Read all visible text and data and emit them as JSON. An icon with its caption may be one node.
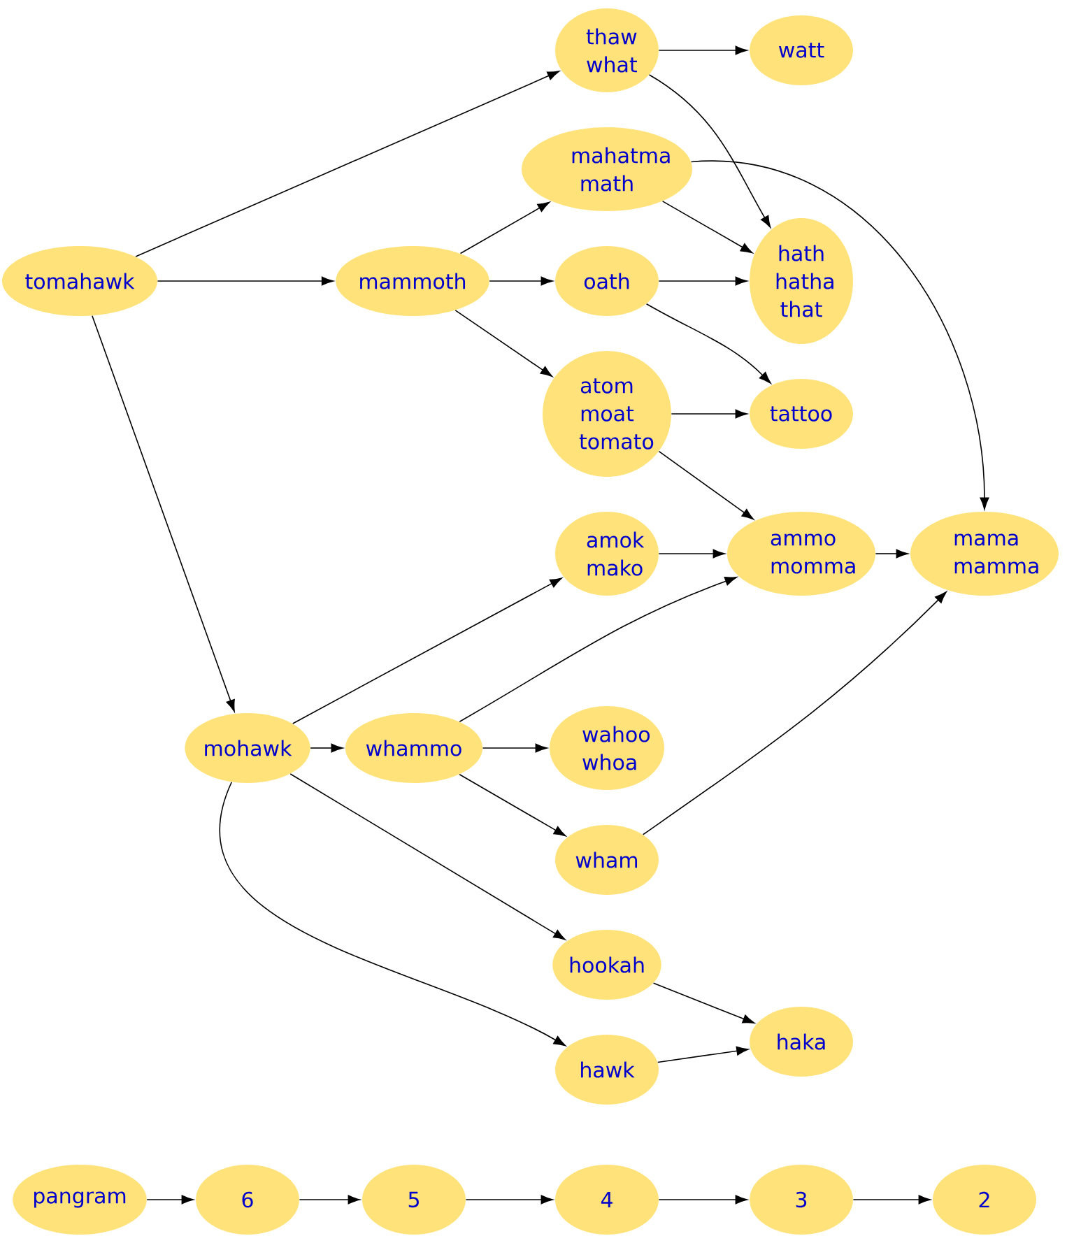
{
  "diagram": {
    "nodes": [
      {
        "text": [
          "tomahawk"
        ]
      },
      {
        "text": [
          "mammoth"
        ]
      },
      {
        "text": [
          "thaw what"
        ]
      },
      {
        "text": [
          "watt"
        ]
      },
      {
        "text": [
          "mahatma math"
        ]
      },
      {
        "text": [
          "oath"
        ]
      },
      {
        "text": [
          "hath hatha that"
        ]
      },
      {
        "text": [
          "atom moat tomato"
        ]
      },
      {
        "text": [
          "tattoo"
        ]
      },
      {
        "text": [
          "amok mako"
        ]
      },
      {
        "text": [
          "ammo momma"
        ]
      },
      {
        "text": [
          "mama mamma"
        ]
      },
      {
        "text": [
          "mohawk"
        ]
      },
      {
        "text": [
          "whammo"
        ]
      },
      {
        "text": [
          "wahoo whoa"
        ]
      },
      {
        "text": [
          "wham"
        ]
      },
      {
        "text": [
          "hookah"
        ]
      },
      {
        "text": [
          "hawk"
        ]
      },
      {
        "text": [
          "haka"
        ]
      },
      {
        "text": [
          "pangram"
        ]
      },
      {
        "text": [
          "6"
        ]
      },
      {
        "text": [
          "5"
        ]
      },
      {
        "text": [
          "4"
        ]
      },
      {
        "text": [
          "3"
        ]
      },
      {
        "text": [
          "2"
        ]
      }
    ],
    "edges": [
      {
        "from": 0,
        "to": 2,
        "arrow": "to"
      },
      {
        "from": 0,
        "to": 1,
        "arrow": "to"
      },
      {
        "from": 0,
        "to": 12,
        "arrow": "to"
      },
      {
        "from": 2,
        "to": 3,
        "arrow": "to"
      },
      {
        "from": 2,
        "to": 6,
        "arrow": "to"
      },
      {
        "from": 1,
        "to": 4,
        "arrow": "to"
      },
      {
        "from": 1,
        "to": 5,
        "arrow": "to"
      },
      {
        "from": 1,
        "to": 7,
        "arrow": "to"
      },
      {
        "from": 4,
        "to": 6,
        "arrow": "to"
      },
      {
        "from": 4,
        "to": 11,
        "arrow": "to"
      },
      {
        "from": 5,
        "to": 6,
        "arrow": "to"
      },
      {
        "from": 5,
        "to": 8,
        "arrow": "to"
      },
      {
        "from": 7,
        "to": 8,
        "arrow": "to"
      },
      {
        "from": 7,
        "to": 10,
        "arrow": "to"
      },
      {
        "from": 9,
        "to": 10,
        "arrow": "to"
      },
      {
        "from": 10,
        "to": 11,
        "arrow": "to"
      },
      {
        "from": 12,
        "to": 13,
        "arrow": "to"
      },
      {
        "from": 12,
        "to": 9,
        "arrow": "to"
      },
      {
        "from": 12,
        "to": 16,
        "arrow": "to"
      },
      {
        "from": 12,
        "to": 17,
        "arrow": "to"
      },
      {
        "from": 13,
        "to": 14,
        "arrow": "to"
      },
      {
        "from": 13,
        "to": 10,
        "arrow": "to"
      },
      {
        "from": 13,
        "to": 15,
        "arrow": "to"
      },
      {
        "from": 15,
        "to": 11,
        "arrow": "to"
      },
      {
        "from": 16,
        "to": 18,
        "arrow": "to"
      },
      {
        "from": 17,
        "to": 18,
        "arrow": "to"
      },
      {
        "from": 19,
        "to": 20,
        "arrow": "to"
      },
      {
        "from": 20,
        "to": 21,
        "arrow": "to"
      },
      {
        "from": 21,
        "to": 22,
        "arrow": "to"
      },
      {
        "from": 22,
        "to": 23,
        "arrow": "to"
      },
      {
        "from": 23,
        "to": 24,
        "arrow": "to"
      }
    ]
  }
}
